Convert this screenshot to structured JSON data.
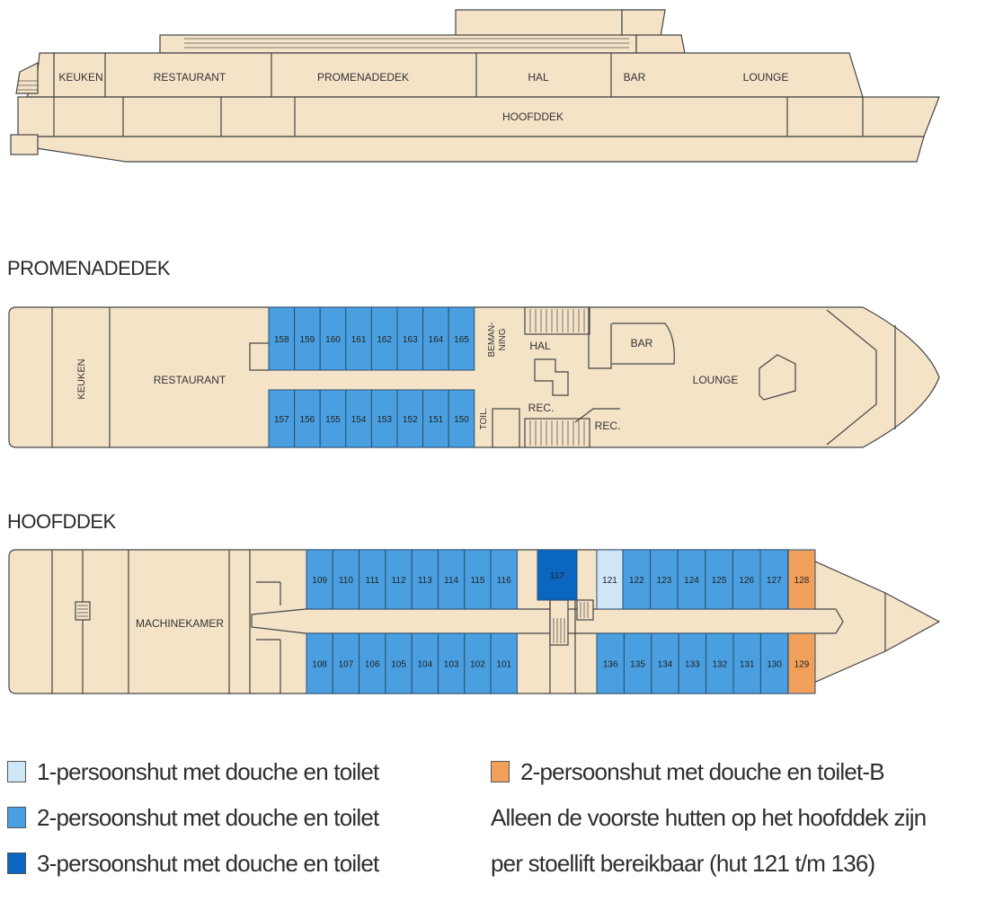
{
  "colors": {
    "hull": "#f5e3c8",
    "line": "#333333",
    "single": "#cfe6f7",
    "double": "#4a9fe0",
    "triple": "#0b66c1",
    "orange": "#f0a05a"
  },
  "side_view": {
    "keuken": "KEUKEN",
    "restaurant": "RESTAURANT",
    "promenadedek": "PROMENADEDEK",
    "hal": "HAL",
    "bar": "BAR",
    "lounge": "LOUNGE",
    "hoofddek": "HOOFDDEK"
  },
  "promenadedek": {
    "title": "PROMENADEDEK",
    "keuken": "KEUKEN",
    "restaurant": "RESTAURANT",
    "bemanning": [
      "BEMAN-",
      "NING"
    ],
    "hal": "HAL",
    "bar": "BAR",
    "lounge": "LOUNGE",
    "toil": "TOIL.",
    "rec1": "REC.",
    "rec2": "REC.",
    "top_cabins": [
      "158",
      "159",
      "160",
      "161",
      "162",
      "163",
      "164",
      "165"
    ],
    "bottom_cabins": [
      "157",
      "156",
      "155",
      "154",
      "153",
      "152",
      "151",
      "150"
    ]
  },
  "hoofddek": {
    "title": "HOOFDDEK",
    "machinekamer": "MACHINEKAMER",
    "top_left_cabins": [
      "109",
      "110",
      "111",
      "112",
      "113",
      "114",
      "115",
      "116"
    ],
    "cabin_117": "117",
    "cabin_121": "121",
    "top_right_cabins": [
      "122",
      "123",
      "124",
      "125",
      "126",
      "127"
    ],
    "cabin_128": "128",
    "bottom_left_cabins": [
      "108",
      "107",
      "106",
      "105",
      "104",
      "103",
      "102",
      "101"
    ],
    "bottom_right_cabins": [
      "136",
      "135",
      "134",
      "133",
      "132",
      "131",
      "130"
    ],
    "cabin_129": "129"
  },
  "legend": {
    "single": "1-persoonshut met douche en toilet",
    "double": "2-persoonshut met douche en toilet",
    "triple": "3-persoonshut met douche en toilet",
    "orange": "2-persoonshut met douche en toilet-B",
    "note_line1": "Alleen de voorste hutten op het hoofddek zijn",
    "note_line2": "per stoellift bereikbaar (hut 121 t/m 136)"
  }
}
